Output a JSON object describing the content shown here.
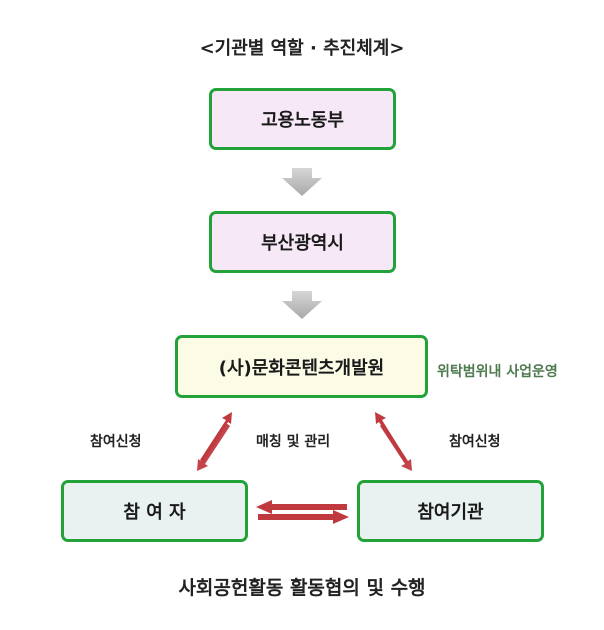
{
  "title": "<기관별 역할 · 추진체계>",
  "nodes": {
    "ministry": "고용노동부",
    "city": "부산광역시",
    "institute": "(사)문화콘텐츠개발원",
    "participant": "참 여 자",
    "organization": "참여기관"
  },
  "labels": {
    "consignment": "위탁범위내 사업운영",
    "apply_left": "참여신청",
    "matching": "매칭 및 관리",
    "apply_right": "참여신청"
  },
  "footer": "사회공헌활동 활동협의 및 수행",
  "colors": {
    "border": "#23a23a",
    "arrow_gray": "#b5b5b5",
    "arrow_red": "#c0393f"
  }
}
